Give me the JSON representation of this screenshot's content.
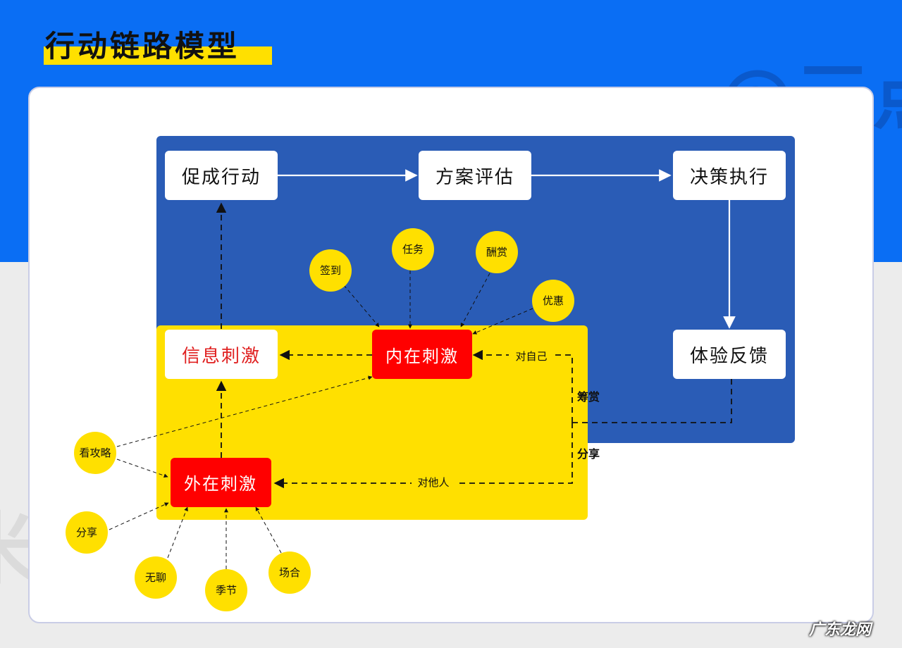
{
  "header": {
    "title": "行动链路模型",
    "watermark_top": "@三点",
    "watermark_left": "米"
  },
  "footer": {
    "site_watermark": "广东龙网"
  },
  "colors": {
    "brand_blue": "#0a6ef4",
    "panel_blue": "#2a5cb6",
    "panel_yellow": "#ffe000",
    "stimulus_red": "#ff0000",
    "node_yellow": "#ffe000"
  },
  "flow": {
    "promote_action": "促成行动",
    "plan_evaluation": "方案评估",
    "decision_execution": "决策执行",
    "experience_feedback": "体验反馈"
  },
  "stimuli": {
    "information": "信息刺激",
    "internal": "内在刺激",
    "external": "外在刺激"
  },
  "internal_triggers": {
    "checkin": "签到",
    "task": "任务",
    "reward": "酬赏",
    "discount": "优惠"
  },
  "external_triggers": {
    "guide": "看攻略",
    "share": "分享",
    "boredom": "无聊",
    "season": "季节",
    "occasion": "场合"
  },
  "edge_labels": {
    "to_self": "对自己",
    "to_others": "对他人",
    "reward": "筹赏",
    "share": "分享"
  }
}
